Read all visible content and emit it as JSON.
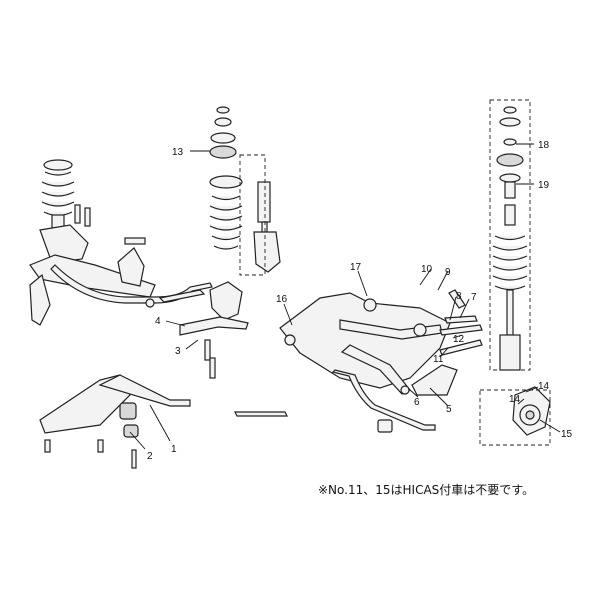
{
  "callouts": [
    {
      "id": "c1",
      "label": "1"
    },
    {
      "id": "c2",
      "label": "2"
    },
    {
      "id": "c3",
      "label": "3"
    },
    {
      "id": "c4",
      "label": "4"
    },
    {
      "id": "c5",
      "label": "5"
    },
    {
      "id": "c6",
      "label": "6"
    },
    {
      "id": "c7",
      "label": "7"
    },
    {
      "id": "c8",
      "label": "8"
    },
    {
      "id": "c9",
      "label": "9"
    },
    {
      "id": "c10",
      "label": "10"
    },
    {
      "id": "c11",
      "label": "11"
    },
    {
      "id": "c12",
      "label": "12"
    },
    {
      "id": "c13",
      "label": "13"
    },
    {
      "id": "c14a",
      "label": "14"
    },
    {
      "id": "c14b",
      "label": "14"
    },
    {
      "id": "c15",
      "label": "15"
    },
    {
      "id": "c16",
      "label": "16"
    },
    {
      "id": "c17",
      "label": "17"
    },
    {
      "id": "c18",
      "label": "18"
    },
    {
      "id": "c19",
      "label": "19"
    }
  ],
  "footnote": "※No.11、15はHICAS付車は不要です。"
}
